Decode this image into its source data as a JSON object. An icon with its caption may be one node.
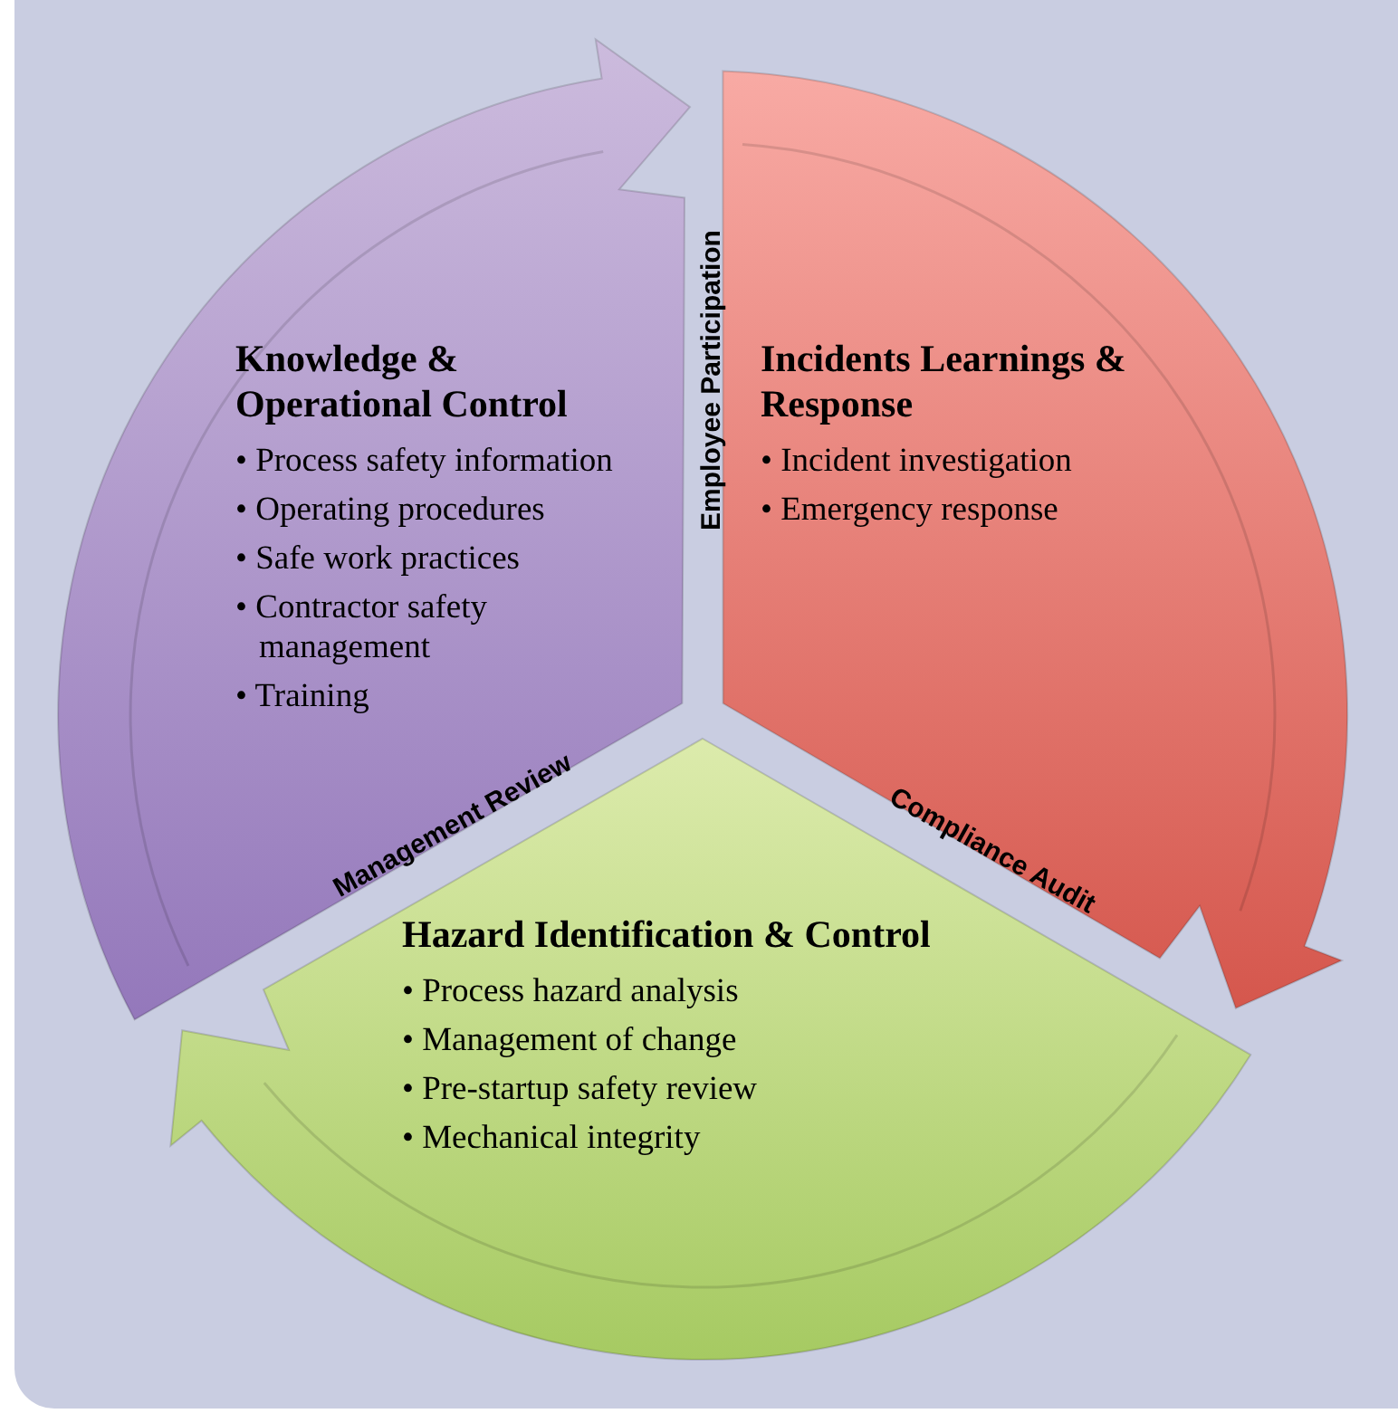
{
  "diagram": {
    "nodes": [
      {
        "text": [
          "Knowledge & Operational Control",
          "• Process safety information",
          "• Operating procedures",
          "• Safe work practices",
          "• Contractor safety management",
          "• Training"
        ]
      },
      {
        "text": [
          "Incidents Learnings & Response",
          "• Incident investigation",
          "• Emergency response"
        ]
      },
      {
        "text": [
          "Hazard Identification & Control",
          "• Process hazard analysis",
          "• Management of change",
          "• Pre-startup safety review",
          "• Mechanical integrity"
        ]
      }
    ],
    "labels": [
      "Employee Participation",
      "Compliance Audit",
      "Management Review"
    ]
  }
}
